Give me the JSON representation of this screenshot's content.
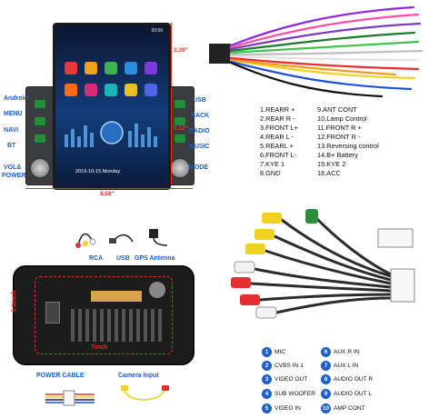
{
  "head_unit": {
    "status_time": "20:56",
    "date_text": "2019-10-15  Monday",
    "left_callouts": [
      "Android",
      "MENU",
      "NAVI",
      "BT",
      "VOL&",
      "POWER"
    ],
    "right_callouts": [
      "USB",
      "BACK",
      "RADIO",
      "MUSIC",
      "MODE"
    ],
    "dim_width": "8.58\"",
    "dim_height_outer": "3.39\"",
    "dim_height_screen": "5.12\""
  },
  "pin_list": {
    "left": [
      "1.REARR +",
      "2.REAR R -",
      "3.FRONT L+",
      "4.REAR L -",
      "5.REARL +",
      "6.FRONT L-",
      "7.KYE 1",
      "8.GND"
    ],
    "right": [
      "9.ANT CONT",
      "10.Lamp Control",
      "11.FRONT R +",
      "12.FRONT R -",
      "13.Reversing control",
      "14.B+ Battery",
      "15.KYE 2",
      "16.ACC"
    ]
  },
  "back_panel": {
    "labels": {
      "rca": "RCA",
      "usb": "USB",
      "gps": "GPS Antenna",
      "dim_h": "5.9inch",
      "dim_w": "7inch",
      "power": "POWER CABLE",
      "camera": "Camera Input"
    }
  },
  "rca_legend": [
    {
      "num": "1",
      "text": "MIC"
    },
    {
      "num": "2",
      "text": "CVBS IN 1"
    },
    {
      "num": "3",
      "text": "VIDEO OUT"
    },
    {
      "num": "4",
      "text": "SUB WOOFER"
    },
    {
      "num": "5",
      "text": "VIDEO IN"
    },
    {
      "num": "6",
      "text": "AUX R IN"
    },
    {
      "num": "7",
      "text": "AUX L IN"
    },
    {
      "num": "8",
      "text": "AUDIO OUT R"
    },
    {
      "num": "9",
      "text": "AUDIO OUT L"
    },
    {
      "num": "10",
      "text": "AMP CONT"
    }
  ],
  "colors": {
    "accent": "#1f5fc9",
    "dimension": "#dd3322"
  }
}
